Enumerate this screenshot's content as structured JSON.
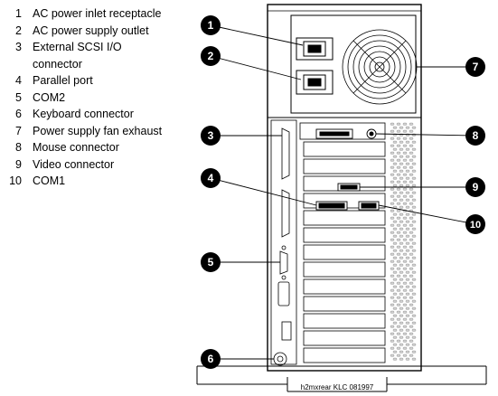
{
  "legend": [
    {
      "number": "1",
      "label": "AC power inlet receptacle"
    },
    {
      "number": "2",
      "label": "AC power supply outlet"
    },
    {
      "number": "3",
      "label": "External SCSI I/O\nconnector"
    },
    {
      "number": "4",
      "label": "Parallel port"
    },
    {
      "number": "5",
      "label": "COM2"
    },
    {
      "number": "6",
      "label": "Keyboard connector"
    },
    {
      "number": "7",
      "label": "Power supply fan exhaust"
    },
    {
      "number": "8",
      "label": "Mouse connector"
    },
    {
      "number": "9",
      "label": "Video connector"
    },
    {
      "number": "10",
      "label": "COM1"
    }
  ],
  "callouts": [
    "1",
    "2",
    "3",
    "4",
    "5",
    "6",
    "7",
    "8",
    "9",
    "10"
  ],
  "caption": "h2mxrear KLC 081997",
  "colors": {
    "ink": "#000000",
    "paper": "#ffffff",
    "vent": "#d0d0d0"
  }
}
